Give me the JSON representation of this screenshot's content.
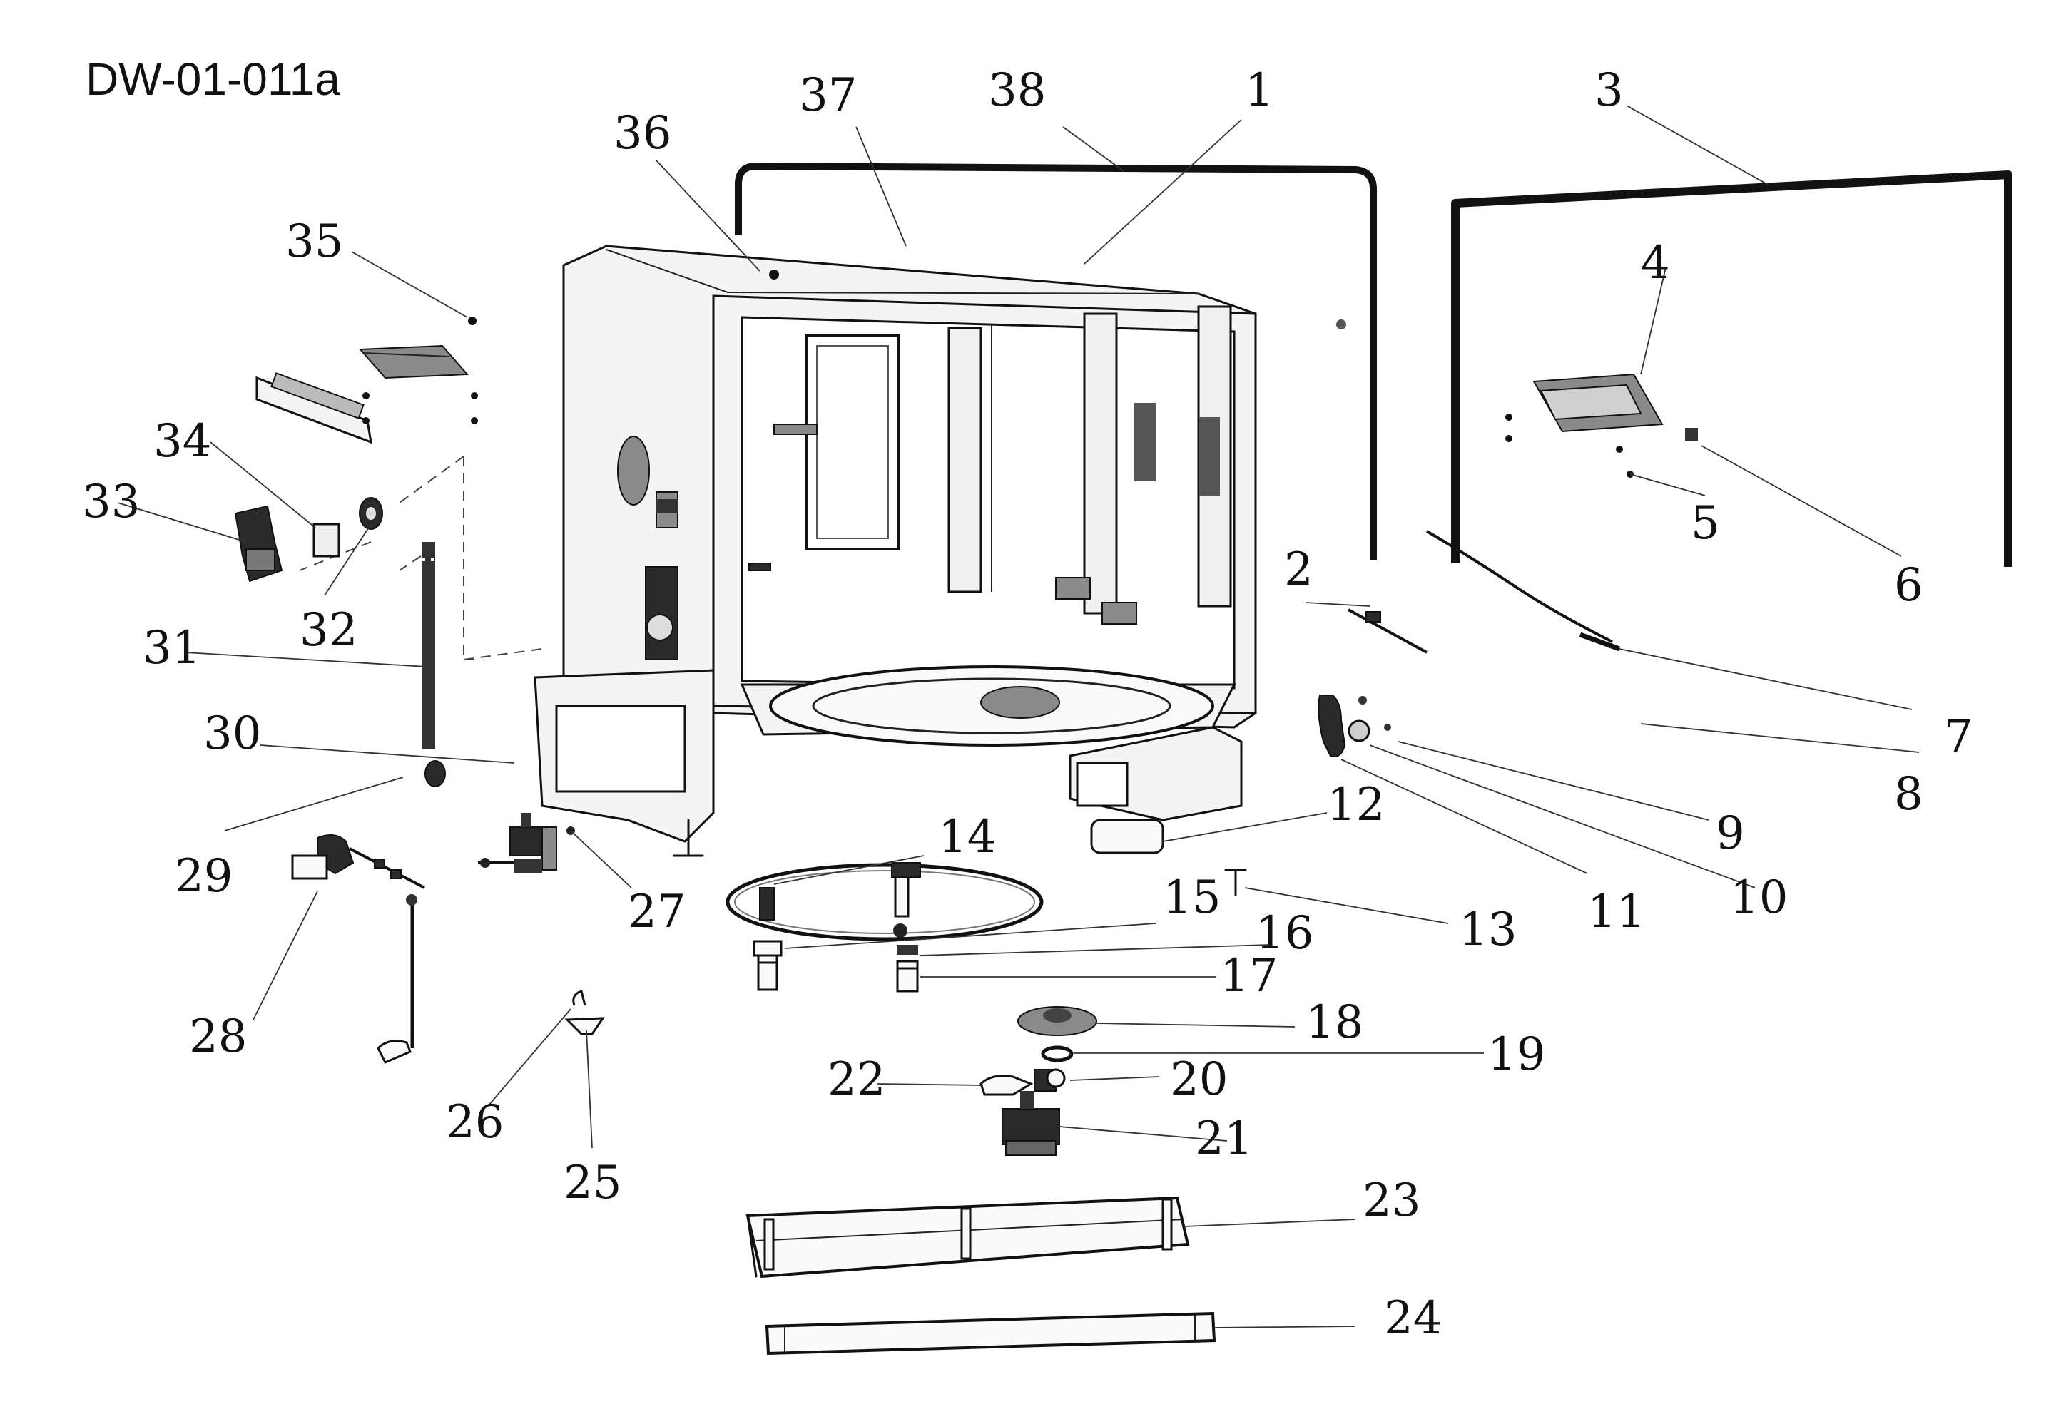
{
  "diagram": {
    "code": "DW-01-011a",
    "part_numbers": [
      "1",
      "2",
      "3",
      "4",
      "5",
      "6",
      "7",
      "8",
      "9",
      "10",
      "11",
      "12",
      "13",
      "14",
      "15",
      "16",
      "17",
      "18",
      "19",
      "20",
      "21",
      "22",
      "23",
      "24",
      "25",
      "26",
      "27",
      "28",
      "29",
      "30",
      "31",
      "32",
      "33",
      "34",
      "35",
      "36",
      "37",
      "38"
    ]
  }
}
